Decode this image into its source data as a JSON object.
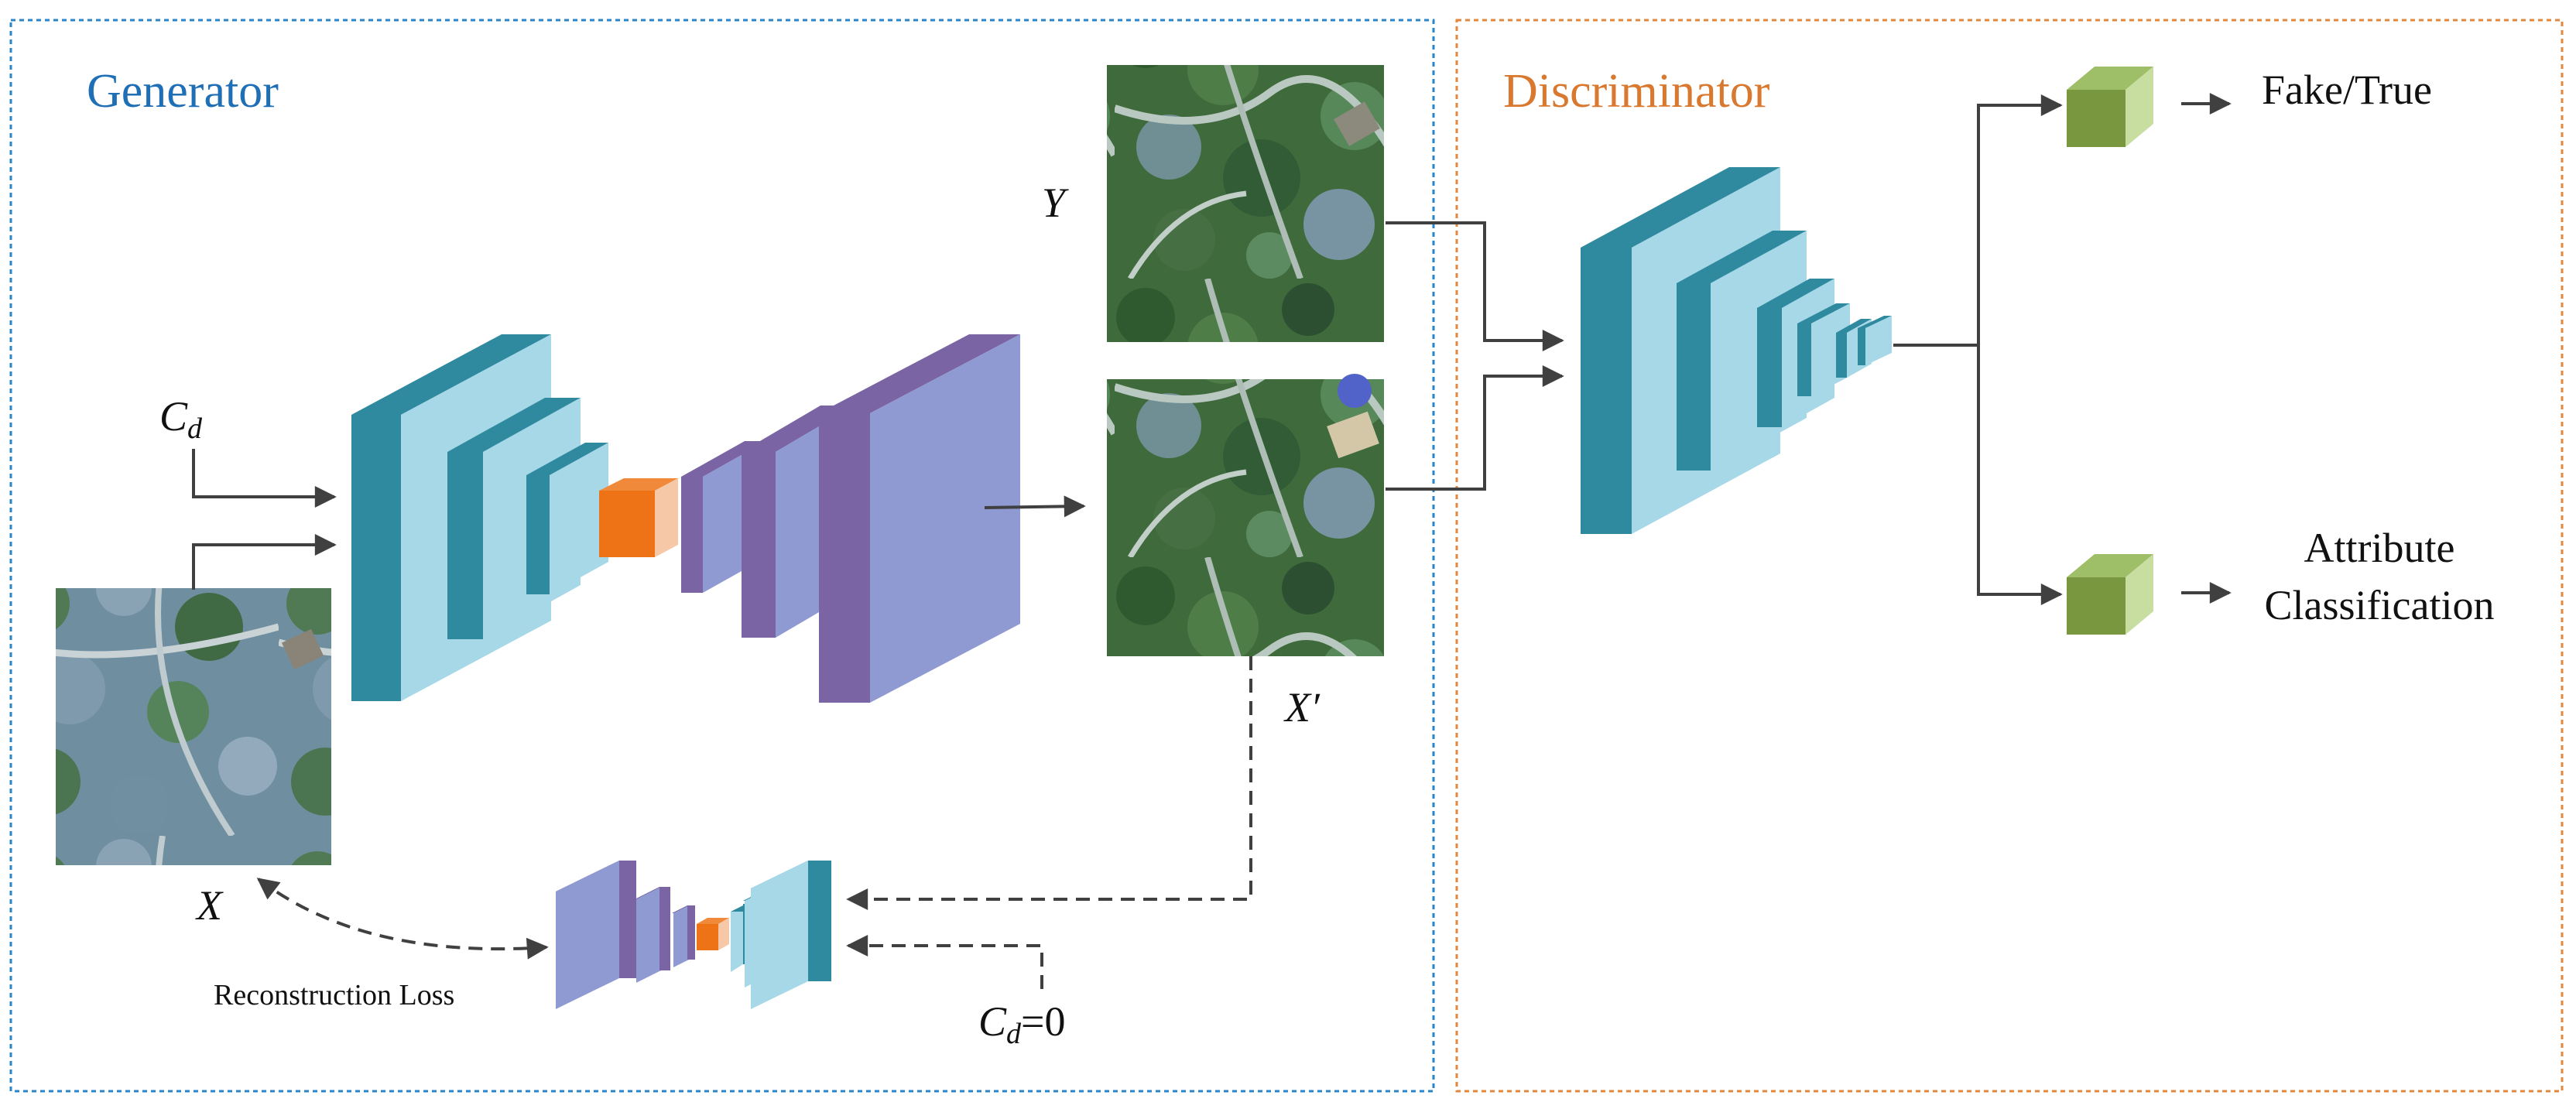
{
  "generator": {
    "title": "Generator",
    "label_cd": "C",
    "label_cd_sub": "d",
    "label_x": "X",
    "label_y": "Y",
    "label_xprime": "X′",
    "label_recon": "Reconstruction Loss",
    "label_cd0": "C",
    "label_cd0_sub": "d",
    "label_cd0_suffix": "=0"
  },
  "discriminator": {
    "title": "Discriminator",
    "out_fake": "Fake/True",
    "out_attr_line1": "Attribute",
    "out_attr_line2": "Classification"
  },
  "colors": {
    "generator_border": "#2a86c8",
    "generator_title": "#1f6fb6",
    "discriminator_border": "#e2873c",
    "discriminator_title": "#d9782f",
    "teal_front": "#2f8aa0",
    "teal_light": "#a6d8e8",
    "purple_front": "#7a64a4",
    "purple_light": "#8f9ad2",
    "orange": "#ee7216",
    "green": "#78973e"
  }
}
